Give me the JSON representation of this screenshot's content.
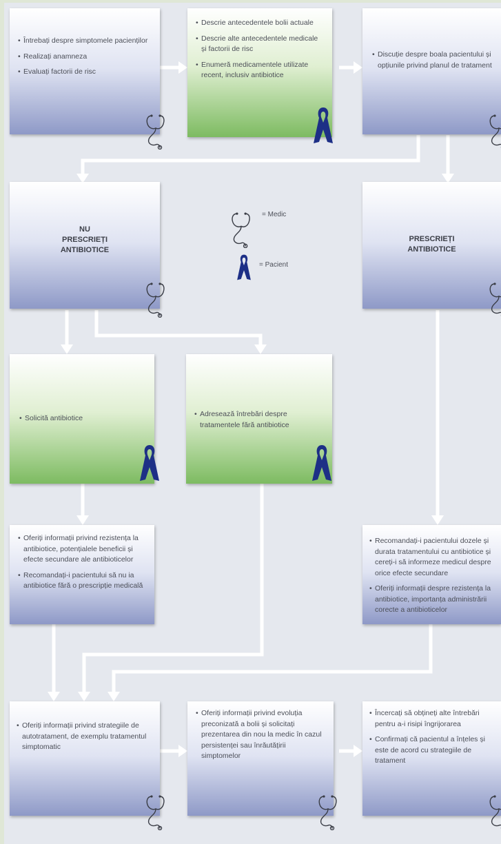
{
  "boxes": {
    "b1": [
      "Întrebați despre simptomele pacienților",
      "Realizați anamneza",
      "Evaluați factorii de risc"
    ],
    "b2": [
      "Descrie antecedentele bolii actuale",
      "Descrie alte antecedentele medicale și factorii de risc",
      "Enumeră medicamentele utilizate recent, inclusiv antibiotice"
    ],
    "b3": [
      "Discuție despre boala pacientului și opțiunile privind planul de tratament"
    ],
    "b4_title": [
      "NU",
      "PRESCRIEȚI",
      "ANTIBIOTICE"
    ],
    "b5_title": [
      "PRESCRIEȚI",
      "ANTIBIOTICE"
    ],
    "b6": [
      "Solicită antibiotice"
    ],
    "b7": [
      "Adresează întrebări despre tratamentele fără antibiotice"
    ],
    "b8": [
      "Oferiți informații privind rezistența la antibiotice, potențialele beneficii și efecte secundare ale antibioticelor",
      "Recomandați-i pacientului să nu ia antibiotice fără o prescripție medicală"
    ],
    "b9": [
      "Recomandați-i pacientului dozele și durata tratamentului cu antibiotice și cereți-i să informeze medicul despre orice efecte secundare",
      "Oferiți informații despre rezistența la antibiotice, importanța administrării corecte a antibioticelor"
    ],
    "b10": [
      "Oferiți informații privind strategiile de autotratament, de exemplu tratamentul simptomatic"
    ],
    "b11": [
      "Oferiți informații privind evoluția preconizată a bolii și solicitați prezentarea din nou la medic în cazul persistenței sau înrăutățirii simptomelor"
    ],
    "b12": [
      "Încercați să obțineți alte întrebări pentru a-i risipi îngrijorarea",
      "Confirmați că pacientul a înțeles și este de acord cu strategiile de tratament"
    ]
  },
  "legend": {
    "medic": "= Medic",
    "pacient": "= Pacient"
  },
  "icons": {
    "medic": "stethoscope-icon",
    "pacient": "awareness-ribbon-icon"
  },
  "colors": {
    "box_blue_end": "#8e99c7",
    "box_green_end": "#7dbb61",
    "arrow": "#ffffff",
    "ribbon": "#1d2f86",
    "background": "#dfe7d6"
  }
}
